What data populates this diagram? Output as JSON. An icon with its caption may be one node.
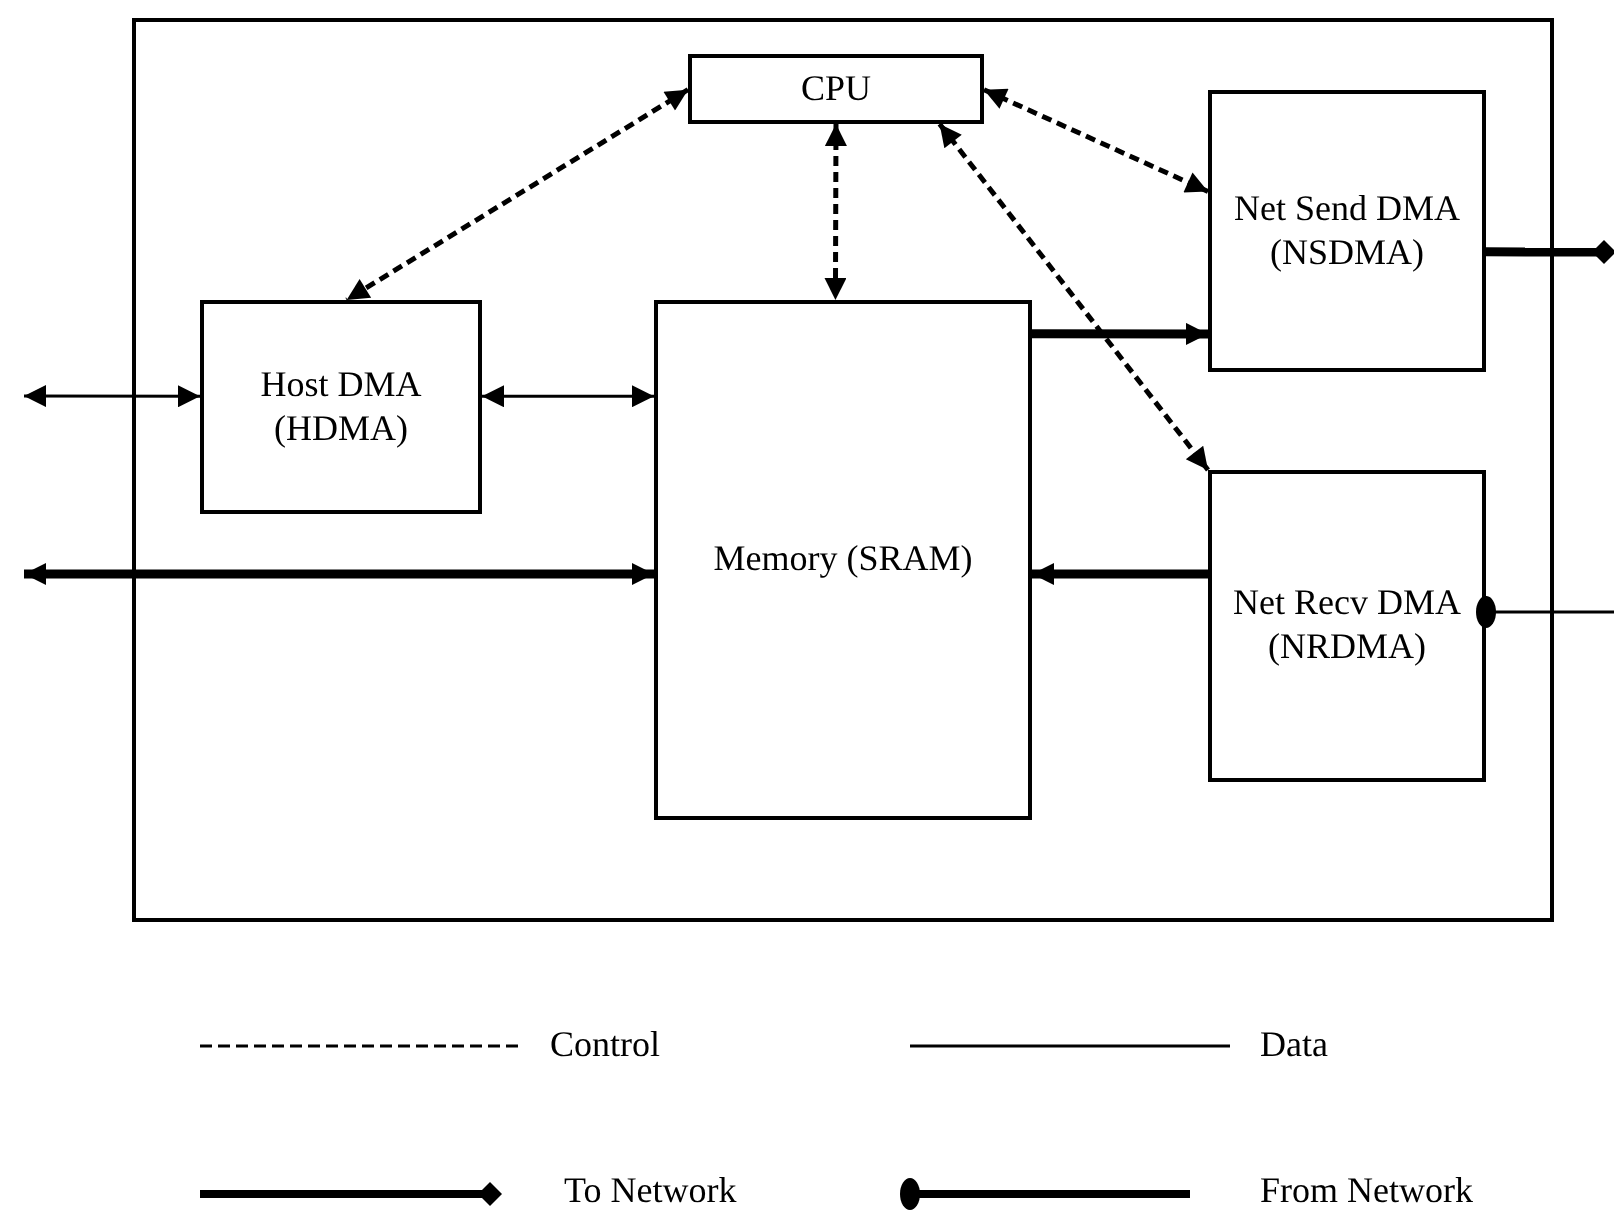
{
  "diagram": {
    "nodes": [
      {
        "text": [],
        "shape": "box"
      },
      {
        "text": [
          "CPU"
        ],
        "in": 0
      },
      {
        "text": [
          "Net Send DMA (NSDMA)"
        ],
        "in": 0
      },
      {
        "text": [
          "Host DMA (HDMA)"
        ],
        "in": 0
      },
      {
        "text": [
          "Memory (SRAM)"
        ],
        "in": 0
      },
      {
        "text": [
          "Net Recv DMA (NRDMA)"
        ],
        "in": 0
      }
    ],
    "edges": [
      {
        "from": 1,
        "to": 3,
        "arrow": "both",
        "style": "dashed"
      },
      {
        "from": 1,
        "to": 4,
        "arrow": "both",
        "style": "dashed"
      },
      {
        "from": 1,
        "to": 2,
        "arrow": "both",
        "style": "dashed"
      },
      {
        "from": 1,
        "to": 5,
        "arrow": "both",
        "style": "dashed"
      },
      {
        "from": null,
        "to": 3,
        "arrow": "both"
      },
      {
        "from": 3,
        "to": 4,
        "arrow": "both"
      },
      {
        "from": null,
        "to": 4,
        "arrow": "both",
        "style": "thick"
      },
      {
        "from": 4,
        "to": 2,
        "arrow": "to",
        "style": "thick"
      },
      {
        "from": 5,
        "to": 4,
        "arrow": "to",
        "style": "thick"
      },
      {
        "from": 2,
        "to": null,
        "arrow": "other",
        "style": "thick"
      },
      {
        "from": null,
        "to": 5,
        "arrow": "other"
      }
    ],
    "legend": [
      {
        "text": "Control"
      },
      {
        "text": "Data"
      },
      {
        "text": "To Network"
      },
      {
        "text": "From Network"
      }
    ]
  }
}
